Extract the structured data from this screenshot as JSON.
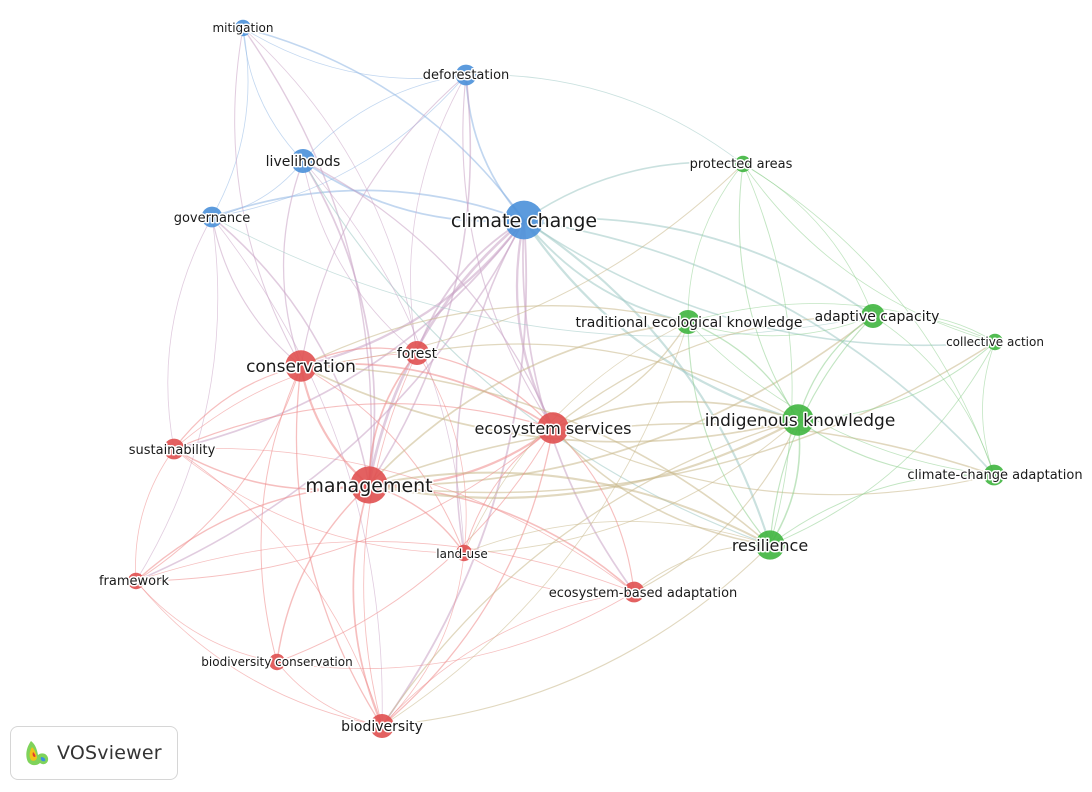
{
  "app": {
    "badge_text": "VOSviewer",
    "logo": "vosviewer-logo-icon"
  },
  "colors": {
    "blue": "#4a90d9",
    "red": "#e05050",
    "green": "#3fb53f",
    "edge_blue": "#8fb6e3",
    "edge_red": "#ef8a8a",
    "edge_green": "#8fd08f"
  },
  "nodes": [
    {
      "id": "mitigation",
      "label": "mitigation",
      "cluster": "blue",
      "weight": 1
    },
    {
      "id": "deforestation",
      "label": "deforestation",
      "cluster": "blue",
      "weight": 2
    },
    {
      "id": "livelihoods",
      "label": "livelihoods",
      "cluster": "blue",
      "weight": 3
    },
    {
      "id": "governance",
      "label": "governance",
      "cluster": "blue",
      "weight": 2
    },
    {
      "id": "climate-change",
      "label": "climate change",
      "cluster": "blue",
      "weight": 10
    },
    {
      "id": "conservation",
      "label": "conservation",
      "cluster": "red",
      "weight": 6
    },
    {
      "id": "forest",
      "label": "forest",
      "cluster": "red",
      "weight": 3
    },
    {
      "id": "sustainability",
      "label": "sustainability",
      "cluster": "red",
      "weight": 2
    },
    {
      "id": "management",
      "label": "management",
      "cluster": "red",
      "weight": 9
    },
    {
      "id": "ecosystem-services",
      "label": "ecosystem services",
      "cluster": "red",
      "weight": 6
    },
    {
      "id": "land-use",
      "label": "land-use",
      "cluster": "red",
      "weight": 1
    },
    {
      "id": "framework",
      "label": "framework",
      "cluster": "red",
      "weight": 1
    },
    {
      "id": "ecosystem-based-adaptation",
      "label": "ecosystem-based adaptation",
      "cluster": "red",
      "weight": 2
    },
    {
      "id": "biodiversity-conservation",
      "label": "biodiversity conservation",
      "cluster": "red",
      "weight": 1
    },
    {
      "id": "biodiversity",
      "label": "biodiversity",
      "cluster": "red",
      "weight": 3
    },
    {
      "id": "protected-areas",
      "label": "protected areas",
      "cluster": "green",
      "weight": 1
    },
    {
      "id": "traditional-ecological-knowledge",
      "label": "traditional ecological knowledge",
      "cluster": "green",
      "weight": 3
    },
    {
      "id": "adaptive-capacity",
      "label": "adaptive capacity",
      "cluster": "green",
      "weight": 3
    },
    {
      "id": "collective-action",
      "label": "collective action",
      "cluster": "green",
      "weight": 1
    },
    {
      "id": "indigenous-knowledge",
      "label": "indigenous knowledge",
      "cluster": "green",
      "weight": 6
    },
    {
      "id": "climate-change-adaptation",
      "label": "climate-change adaptation",
      "cluster": "green",
      "weight": 2
    },
    {
      "id": "resilience",
      "label": "resilience",
      "cluster": "green",
      "weight": 5
    }
  ],
  "edges": [
    [
      "climate-change",
      "management"
    ],
    [
      "climate-change",
      "conservation"
    ],
    [
      "climate-change",
      "ecosystem-services"
    ],
    [
      "climate-change",
      "livelihoods"
    ],
    [
      "climate-change",
      "governance"
    ],
    [
      "climate-change",
      "deforestation"
    ],
    [
      "climate-change",
      "mitigation"
    ],
    [
      "climate-change",
      "protected-areas"
    ],
    [
      "climate-change",
      "traditional-ecological-knowledge"
    ],
    [
      "climate-change",
      "adaptive-capacity"
    ],
    [
      "climate-change",
      "indigenous-knowledge"
    ],
    [
      "climate-change",
      "resilience"
    ],
    [
      "climate-change",
      "forest"
    ],
    [
      "climate-change",
      "biodiversity"
    ],
    [
      "climate-change",
      "land-use"
    ],
    [
      "climate-change",
      "climate-change-adaptation"
    ],
    [
      "climate-change",
      "collective-action"
    ],
    [
      "climate-change",
      "sustainability"
    ],
    [
      "climate-change",
      "ecosystem-based-adaptation"
    ],
    [
      "climate-change",
      "framework"
    ],
    [
      "mitigation",
      "deforestation"
    ],
    [
      "mitigation",
      "governance"
    ],
    [
      "mitigation",
      "livelihoods"
    ],
    [
      "mitigation",
      "forest"
    ],
    [
      "mitigation",
      "conservation"
    ],
    [
      "mitigation",
      "management"
    ],
    [
      "deforestation",
      "livelihoods"
    ],
    [
      "deforestation",
      "governance"
    ],
    [
      "deforestation",
      "conservation"
    ],
    [
      "deforestation",
      "management"
    ],
    [
      "deforestation",
      "forest"
    ],
    [
      "deforestation",
      "protected-areas"
    ],
    [
      "deforestation",
      "ecosystem-services"
    ],
    [
      "livelihoods",
      "governance"
    ],
    [
      "livelihoods",
      "conservation"
    ],
    [
      "livelihoods",
      "management"
    ],
    [
      "livelihoods",
      "forest"
    ],
    [
      "livelihoods",
      "ecosystem-services"
    ],
    [
      "livelihoods",
      "resilience"
    ],
    [
      "livelihoods",
      "land-use"
    ],
    [
      "governance",
      "conservation"
    ],
    [
      "governance",
      "management"
    ],
    [
      "governance",
      "sustainability"
    ],
    [
      "governance",
      "framework"
    ],
    [
      "governance",
      "adaptive-capacity"
    ],
    [
      "governance",
      "biodiversity"
    ],
    [
      "conservation",
      "management"
    ],
    [
      "conservation",
      "forest"
    ],
    [
      "conservation",
      "sustainability"
    ],
    [
      "conservation",
      "ecosystem-services"
    ],
    [
      "conservation",
      "biodiversity"
    ],
    [
      "conservation",
      "framework"
    ],
    [
      "conservation",
      "indigenous-knowledge"
    ],
    [
      "conservation",
      "traditional-ecological-knowledge"
    ],
    [
      "conservation",
      "protected-areas"
    ],
    [
      "conservation",
      "land-use"
    ],
    [
      "conservation",
      "biodiversity-conservation"
    ],
    [
      "conservation",
      "resilience"
    ],
    [
      "forest",
      "management"
    ],
    [
      "forest",
      "ecosystem-services"
    ],
    [
      "forest",
      "biodiversity"
    ],
    [
      "forest",
      "land-use"
    ],
    [
      "forest",
      "sustainability"
    ],
    [
      "forest",
      "indigenous-knowledge"
    ],
    [
      "management",
      "ecosystem-services"
    ],
    [
      "management",
      "sustainability"
    ],
    [
      "management",
      "biodiversity"
    ],
    [
      "management",
      "land-use"
    ],
    [
      "management",
      "framework"
    ],
    [
      "management",
      "ecosystem-based-adaptation"
    ],
    [
      "management",
      "biodiversity-conservation"
    ],
    [
      "management",
      "resilience"
    ],
    [
      "management",
      "indigenous-knowledge"
    ],
    [
      "management",
      "traditional-ecological-knowledge"
    ],
    [
      "management",
      "adaptive-capacity"
    ],
    [
      "management",
      "climate-change-adaptation"
    ],
    [
      "management",
      "collective-action"
    ],
    [
      "ecosystem-services",
      "biodiversity"
    ],
    [
      "ecosystem-services",
      "land-use"
    ],
    [
      "ecosystem-services",
      "ecosystem-based-adaptation"
    ],
    [
      "ecosystem-services",
      "resilience"
    ],
    [
      "ecosystem-services",
      "indigenous-knowledge"
    ],
    [
      "ecosystem-services",
      "sustainability"
    ],
    [
      "ecosystem-services",
      "framework"
    ],
    [
      "ecosystem-services",
      "traditional-ecological-knowledge"
    ],
    [
      "ecosystem-services",
      "adaptive-capacity"
    ],
    [
      "ecosystem-services",
      "climate-change-adaptation"
    ],
    [
      "ecosystem-services",
      "biodiversity-conservation"
    ],
    [
      "sustainability",
      "framework"
    ],
    [
      "sustainability",
      "biodiversity"
    ],
    [
      "sustainability",
      "land-use"
    ],
    [
      "sustainability",
      "ecosystem-based-adaptation"
    ],
    [
      "framework",
      "biodiversity"
    ],
    [
      "framework",
      "ecosystem-based-adaptation"
    ],
    [
      "framework",
      "biodiversity-conservation"
    ],
    [
      "biodiversity",
      "biodiversity-conservation"
    ],
    [
      "biodiversity",
      "land-use"
    ],
    [
      "biodiversity",
      "ecosystem-based-adaptation"
    ],
    [
      "biodiversity",
      "resilience"
    ],
    [
      "biodiversity",
      "indigenous-knowledge"
    ],
    [
      "land-use",
      "ecosystem-based-adaptation"
    ],
    [
      "land-use",
      "resilience"
    ],
    [
      "land-use",
      "indigenous-knowledge"
    ],
    [
      "ecosystem-based-adaptation",
      "resilience"
    ],
    [
      "ecosystem-based-adaptation",
      "indigenous-knowledge"
    ],
    [
      "ecosystem-based-adaptation",
      "biodiversity-conservation"
    ],
    [
      "protected-areas",
      "traditional-ecological-knowledge"
    ],
    [
      "protected-areas",
      "adaptive-capacity"
    ],
    [
      "protected-areas",
      "indigenous-knowledge"
    ],
    [
      "protected-areas",
      "resilience"
    ],
    [
      "protected-areas",
      "collective-action"
    ],
    [
      "protected-areas",
      "climate-change-adaptation"
    ],
    [
      "traditional-ecological-knowledge",
      "adaptive-capacity"
    ],
    [
      "traditional-ecological-knowledge",
      "indigenous-knowledge"
    ],
    [
      "traditional-ecological-knowledge",
      "resilience"
    ],
    [
      "traditional-ecological-knowledge",
      "collective-action"
    ],
    [
      "traditional-ecological-knowledge",
      "climate-change-adaptation"
    ],
    [
      "traditional-ecological-knowledge",
      "biodiversity"
    ],
    [
      "traditional-ecological-knowledge",
      "land-use"
    ],
    [
      "adaptive-capacity",
      "collective-action"
    ],
    [
      "adaptive-capacity",
      "indigenous-knowledge"
    ],
    [
      "adaptive-capacity",
      "climate-change-adaptation"
    ],
    [
      "adaptive-capacity",
      "resilience"
    ],
    [
      "collective-action",
      "indigenous-knowledge"
    ],
    [
      "collective-action",
      "climate-change-adaptation"
    ],
    [
      "collective-action",
      "resilience"
    ],
    [
      "indigenous-knowledge",
      "climate-change-adaptation"
    ],
    [
      "indigenous-knowledge",
      "resilience"
    ],
    [
      "climate-change-adaptation",
      "resilience"
    ]
  ]
}
